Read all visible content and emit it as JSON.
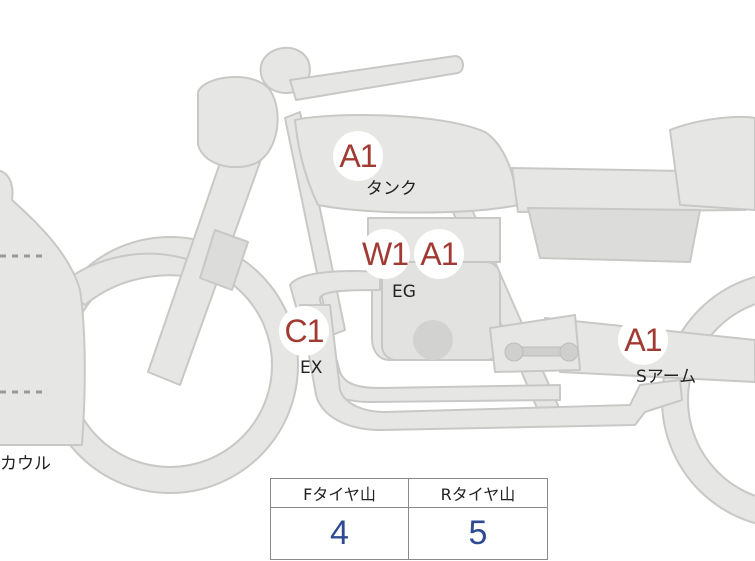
{
  "colors": {
    "body_fill": "#e6e6e4",
    "body_stroke": "#c8c8c6",
    "detail": "#d2d2d0",
    "grade_text": "#a03a32",
    "value_text": "#2e4a93"
  },
  "grades": [
    {
      "id": "tank-grade",
      "text": "A1"
    },
    {
      "id": "engine-grade-w",
      "text": "W1"
    },
    {
      "id": "engine-grade-a",
      "text": "A1"
    },
    {
      "id": "exhaust-grade",
      "text": "C1"
    },
    {
      "id": "swingarm-grade",
      "text": "A1"
    }
  ],
  "labels": {
    "tank": "タンク",
    "engine": "EG",
    "exhaust": "EX",
    "swingarm": "Sアーム",
    "cowl": "カウル"
  },
  "tire_table": {
    "front_header": "Fタイヤ山",
    "rear_header": "Rタイヤ山",
    "front_value": "4",
    "rear_value": "5"
  }
}
